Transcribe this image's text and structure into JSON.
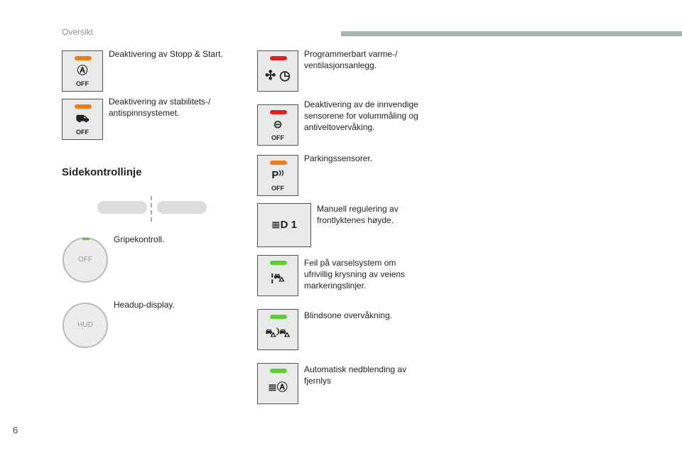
{
  "header": {
    "section": "Oversikt",
    "page_number": "6"
  },
  "colors": {
    "orange": "#f07a1a",
    "red": "#e02020",
    "green": "#5ccf2e"
  },
  "left_items": [
    {
      "icon": "stop-start-off-icon",
      "symbol": "Ⓐ",
      "off": "OFF",
      "text": "Deaktivering av Stopp & Start."
    },
    {
      "icon": "esc-off-icon",
      "symbol": "⛟",
      "off": "OFF",
      "text": "Deaktivering av stabilitets-/ antispinnsystemet."
    }
  ],
  "side_heading": "Sidekontrollinje",
  "side_items": [
    {
      "icon": "grip-control-icon",
      "text": "Gripekontroll.",
      "label": "OFF"
    },
    {
      "icon": "headup-display-icon",
      "text": "Headup-display.",
      "label": "HUD"
    }
  ],
  "right_items": [
    {
      "icon": "programmable-heating-icon",
      "symbol": "✣ ◷",
      "off": "",
      "text": "Programmerbart varme-/ ventilasjonsanlegg."
    },
    {
      "icon": "interior-sensors-off-icon",
      "symbol": "⊝",
      "off": "OFF",
      "text": "Deaktivering av de innvendige sensorene for volummåling og antiveltovervåking."
    },
    {
      "icon": "parking-sensors-off-icon",
      "symbol": "P⁾⁾",
      "off": "OFF",
      "text": "Parkingssensorer."
    },
    {
      "icon": "headlamp-adjust-icon",
      "symbol": "≣D 1",
      "off": "",
      "text": "Manuell regulering av frontlyktenes høyde."
    },
    {
      "icon": "lane-departure-icon",
      "symbol": "¦⛍",
      "off": "",
      "text": "Feil på varselsystem om ufrivillig krysning av veiens markeringslinjer."
    },
    {
      "icon": "blind-spot-icon",
      "symbol": "⛍⁾⛍",
      "off": "",
      "text": "Blindsone overvåkning."
    },
    {
      "icon": "auto-high-beam-icon",
      "symbol": "≣Ⓐ",
      "off": "",
      "text": "Automatisk nedblending av fjernlys"
    }
  ]
}
